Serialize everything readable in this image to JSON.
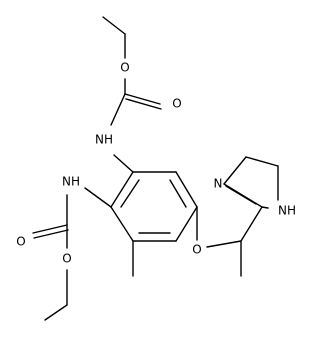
{
  "molecule": {
    "atoms": {
      "o_top_ether": "O",
      "o_top_carbonyl": "O",
      "nh_top": "NH",
      "nh_mid": "NH",
      "o_bottom_carbonyl": "O",
      "o_bottom_ether": "O",
      "o_ring_ether": "O",
      "n_imidazoline": "N",
      "nh_imidazoline": "NH"
    }
  }
}
